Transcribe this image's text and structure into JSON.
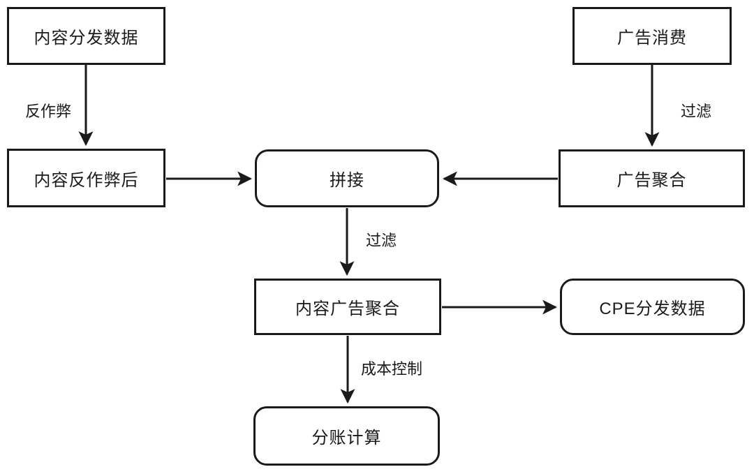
{
  "diagram": {
    "title": "content-ad data settlement flowchart",
    "colors": {
      "background": "#ffffff",
      "stroke": "#1a1a1a",
      "node_fill": "#ffffff"
    },
    "nodes": {
      "content_dist": {
        "label": "内容分发数据",
        "shape": "rect"
      },
      "ad_consume": {
        "label": "广告消费",
        "shape": "rect"
      },
      "content_antifraud": {
        "label": "内容反作弊后",
        "shape": "rect"
      },
      "join": {
        "label": "拼接",
        "shape": "rounded"
      },
      "ad_agg": {
        "label": "广告聚合",
        "shape": "rect"
      },
      "content_ad_agg": {
        "label": "内容广告聚合",
        "shape": "rect"
      },
      "cpe_dist": {
        "label": "CPE分发数据",
        "shape": "rounded"
      },
      "settlement": {
        "label": "分账计算",
        "shape": "rounded"
      }
    },
    "edges": [
      {
        "from": "content_dist",
        "to": "content_antifraud",
        "label": "反作弊"
      },
      {
        "from": "ad_consume",
        "to": "ad_agg",
        "label": "过滤"
      },
      {
        "from": "content_antifraud",
        "to": "join",
        "label": ""
      },
      {
        "from": "ad_agg",
        "to": "join",
        "label": ""
      },
      {
        "from": "join",
        "to": "content_ad_agg",
        "label": "过滤"
      },
      {
        "from": "content_ad_agg",
        "to": "cpe_dist",
        "label": ""
      },
      {
        "from": "content_ad_agg",
        "to": "settlement",
        "label": "成本控制"
      }
    ]
  }
}
